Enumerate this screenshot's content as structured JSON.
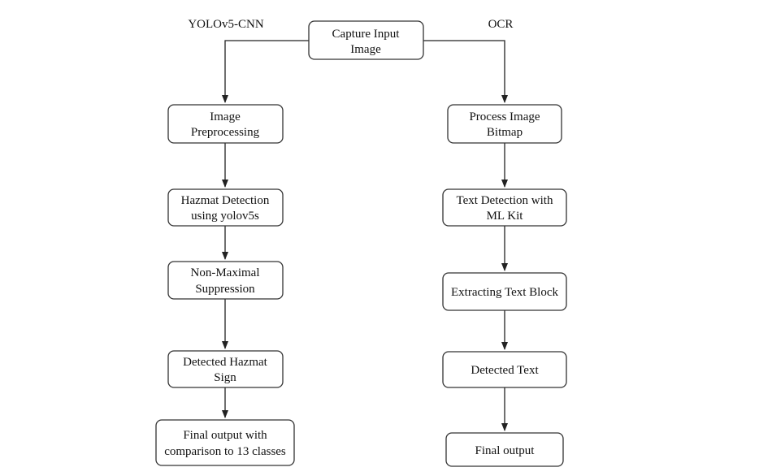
{
  "lanes": {
    "left": "YOLOv5-CNN",
    "right": "OCR"
  },
  "nodes": {
    "capture": [
      "Capture Input",
      "Image"
    ],
    "preprocess": [
      "Image",
      "Preprocessing"
    ],
    "hazmat_detect": [
      "Hazmat Detection",
      "using yolov5s"
    ],
    "nms": [
      "Non-Maximal",
      "Suppression"
    ],
    "detected_sign": [
      "Detected Hazmat",
      "Sign"
    ],
    "final_left": [
      "Final output with",
      "comparison to 13 classes"
    ],
    "bitmap": [
      "Process Image",
      "Bitmap"
    ],
    "text_detect": [
      "Text Detection with",
      "ML Kit"
    ],
    "extract": [
      "Extracting Text Block"
    ],
    "detected_text": [
      "Detected Text"
    ],
    "final_right": [
      "Final output"
    ]
  },
  "colors": {
    "stroke": "#333333",
    "text": "#111111",
    "background": "#ffffff"
  }
}
